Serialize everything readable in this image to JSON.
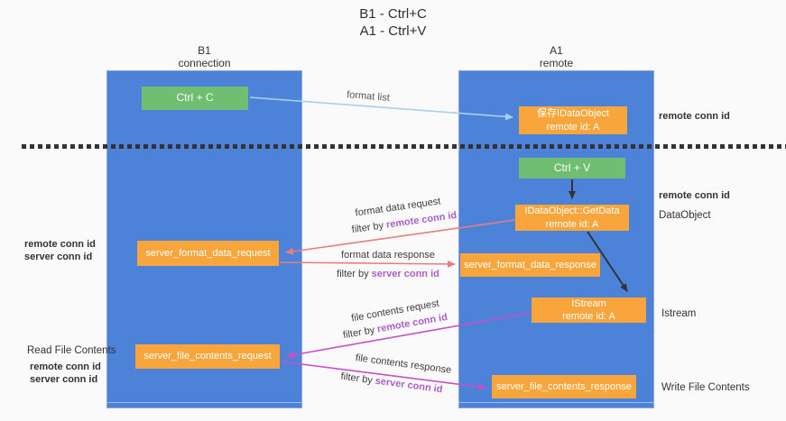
{
  "title": {
    "line1": "B1 - Ctrl+C",
    "line2": "A1 - Ctrl+V"
  },
  "lanes": {
    "left": {
      "name": "B1",
      "subtitle": "connection"
    },
    "right": {
      "name": "A1",
      "subtitle": "remote"
    }
  },
  "nodes": {
    "ctrl_c": "Ctrl + C",
    "ctrl_v": "Ctrl + V",
    "save_idataobject": {
      "line1": "保存IDataObject",
      "line2": "remote id: A"
    },
    "getdata": {
      "line1": "IDataObject::GetData",
      "line2": "remote id: A"
    },
    "istream": {
      "line1": "IStream",
      "line2": "remote id: A"
    },
    "server_format_data_request": "server_format_data_request",
    "server_format_data_response": "server_format_data_response",
    "server_file_contents_request": "server_file_contents_request",
    "server_file_contents_response": "server_file_contents_response"
  },
  "edge_labels": {
    "format_list": "format list",
    "format_data_request": "format data request",
    "format_data_response": "format data response",
    "file_contents_request": "file contents request",
    "file_contents_response": "file contents response",
    "filter_by": "filter by ",
    "remote_conn_id": "remote conn id",
    "server_conn_id": "server conn id"
  },
  "side_labels": {
    "remote_conn_id": "remote conn id",
    "server_conn_id": "server conn id",
    "dataobject": "DataObject",
    "istream": "Istream",
    "read_file_contents": "Read File Contents",
    "write_file_contents": "Write File Contents"
  },
  "colors": {
    "lane_blue": "#4d82d9",
    "node_green": "#6fbe72",
    "node_orange": "#f8a63b",
    "arrow_light_blue": "#a9cfef",
    "arrow_salmon": "#e87e7e",
    "arrow_magenta": "#c74fc7",
    "arrow_black": "#333333",
    "text_purple": "#ab5fc8",
    "text_green": "#6cbf72",
    "background": "#fafafa"
  }
}
